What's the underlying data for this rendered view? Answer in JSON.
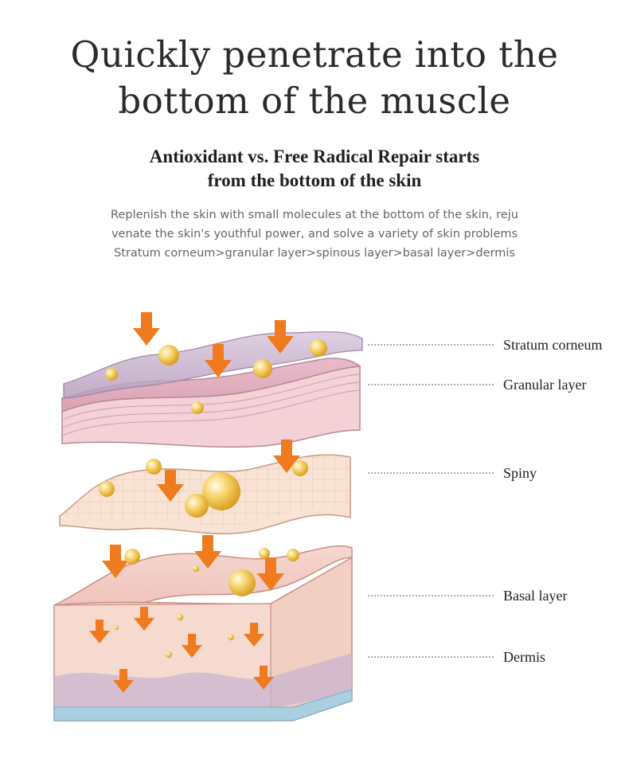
{
  "heading": {
    "line1": "Quickly penetrate into the",
    "line2": "bottom of the muscle"
  },
  "subheading": {
    "line1": "Antioxidant vs. Free Radical Repair starts",
    "line2": "from the bottom of the skin"
  },
  "description": {
    "line1": "Replenish the skin with small molecules at the bottom of the skin, reju",
    "line2": "venate the skin's youthful power, and solve a variety of skin problems",
    "line3": "Stratum corneum>granular layer>spinous layer>basal layer>dermis"
  },
  "labels": {
    "stratum": "Stratum corneum",
    "granular": "Granular layer",
    "spiny": "Spiny",
    "basal": "Basal layer",
    "dermis": "Dermis"
  },
  "colors": {
    "arrow": "#f07a1e",
    "stratum": "#c9b2cf",
    "granular": "#e3b6c4",
    "spiny": "#f6dccb",
    "basal": "#f3cfc6",
    "dermis_base": "#a9cfe0",
    "droplet": "#f2c24a"
  }
}
